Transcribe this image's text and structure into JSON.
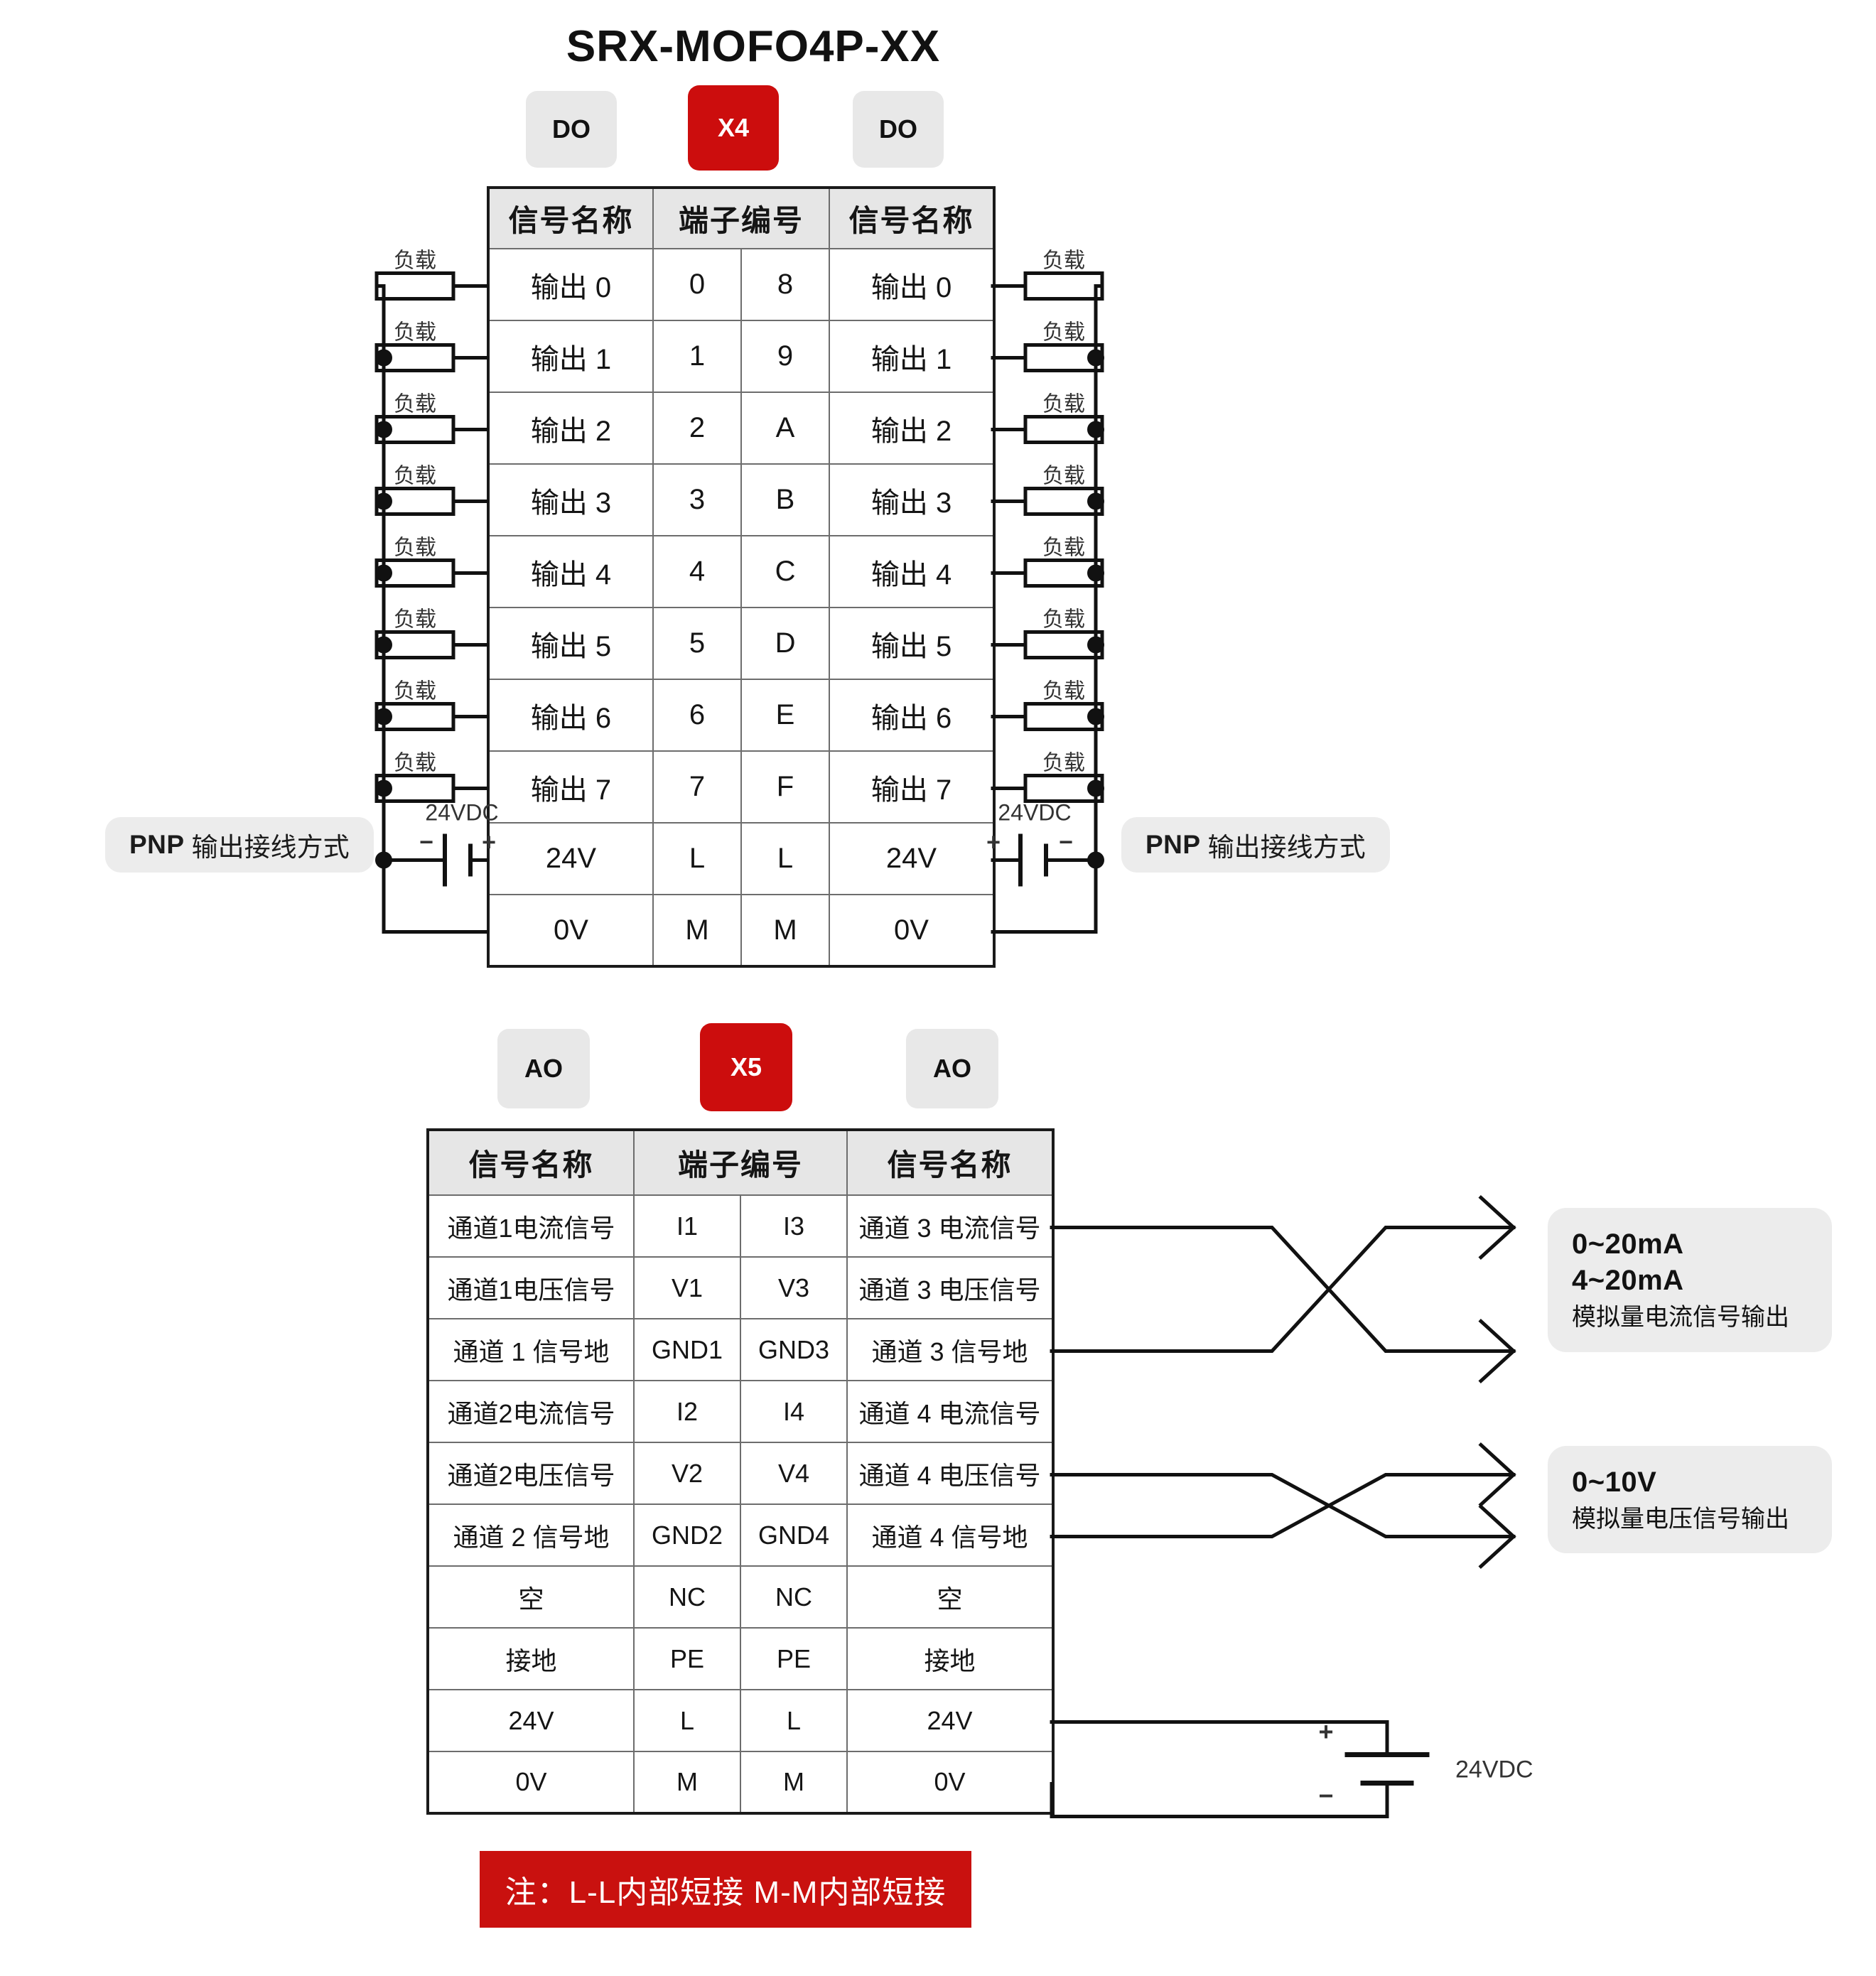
{
  "title": "SRX-MOFO4P-XX",
  "colors": {
    "accent_red": "#cc0d0d",
    "note_red": "#c9110f",
    "chip_grey": "#e8e8e8",
    "header_grey": "#e6e6e6",
    "wire_black": "#111111"
  },
  "section_do": {
    "chip_left": "DO",
    "chip_center": "X4",
    "chip_right": "DO",
    "headers": [
      "信号名称",
      "端子编号",
      "端子编号",
      "信号名称"
    ],
    "rows": [
      {
        "sig_left": "输出 0",
        "num_left": "0",
        "num_right": "8",
        "sig_right": "输出 0"
      },
      {
        "sig_left": "输出 1",
        "num_left": "1",
        "num_right": "9",
        "sig_right": "输出 1"
      },
      {
        "sig_left": "输出 2",
        "num_left": "2",
        "num_right": "A",
        "sig_right": "输出 2"
      },
      {
        "sig_left": "输出 3",
        "num_left": "3",
        "num_right": "B",
        "sig_right": "输出 3"
      },
      {
        "sig_left": "输出 4",
        "num_left": "4",
        "num_right": "C",
        "sig_right": "输出 4"
      },
      {
        "sig_left": "输出 5",
        "num_left": "5",
        "num_right": "D",
        "sig_right": "输出 5"
      },
      {
        "sig_left": "输出 6",
        "num_left": "6",
        "num_right": "E",
        "sig_right": "输出 6"
      },
      {
        "sig_left": "输出 7",
        "num_left": "7",
        "num_right": "F",
        "sig_right": "输出 7"
      },
      {
        "sig_left": "24V",
        "num_left": "L",
        "num_right": "L",
        "sig_right": "24V"
      },
      {
        "sig_left": "0V",
        "num_left": "M",
        "num_right": "M",
        "sig_right": "0V"
      }
    ],
    "load_label": "负载",
    "supply_label": "24VDC",
    "supply_minus": "−",
    "supply_plus": "+",
    "pnp_left_bold": "PNP",
    "pnp_left_text": "输出接线方式",
    "pnp_right_bold": "PNP",
    "pnp_right_text": "输出接线方式"
  },
  "section_ao": {
    "chip_left": "AO",
    "chip_center": "X5",
    "chip_right": "AO",
    "headers": [
      "信号名称",
      "端子编号",
      "端子编号",
      "信号名称"
    ],
    "rows": [
      {
        "sig_left": "通道1电流信号",
        "num_left": "I1",
        "num_right": "I3",
        "sig_right": "通道 3 电流信号"
      },
      {
        "sig_left": "通道1电压信号",
        "num_left": "V1",
        "num_right": "V3",
        "sig_right": "通道 3 电压信号"
      },
      {
        "sig_left": "通道 1 信号地",
        "num_left": "GND1",
        "num_right": "GND3",
        "sig_right": "通道 3 信号地"
      },
      {
        "sig_left": "通道2电流信号",
        "num_left": "I2",
        "num_right": "I4",
        "sig_right": "通道 4 电流信号"
      },
      {
        "sig_left": "通道2电压信号",
        "num_left": "V2",
        "num_right": "V4",
        "sig_right": "通道 4 电压信号"
      },
      {
        "sig_left": "通道 2 信号地",
        "num_left": "GND2",
        "num_right": "GND4",
        "sig_right": "通道 4 信号地"
      },
      {
        "sig_left": "空",
        "num_left": "NC",
        "num_right": "NC",
        "sig_right": "空"
      },
      {
        "sig_left": "接地",
        "num_left": "PE",
        "num_right": "PE",
        "sig_right": "接地"
      },
      {
        "sig_left": "24V",
        "num_left": "L",
        "num_right": "L",
        "sig_right": "24V"
      },
      {
        "sig_left": "0V",
        "num_left": "M",
        "num_right": "M",
        "sig_right": "0V"
      }
    ],
    "supply_label": "24VDC",
    "supply_plus": "+",
    "supply_minus": "−",
    "anno_current": {
      "line1": "0~20mA",
      "line2": "4~20mA",
      "line3": "模拟量电流信号输出"
    },
    "anno_voltage": {
      "line1": "0~10V",
      "line2": "模拟量电压信号输出"
    }
  },
  "note": "注：L-L内部短接  M-M内部短接"
}
